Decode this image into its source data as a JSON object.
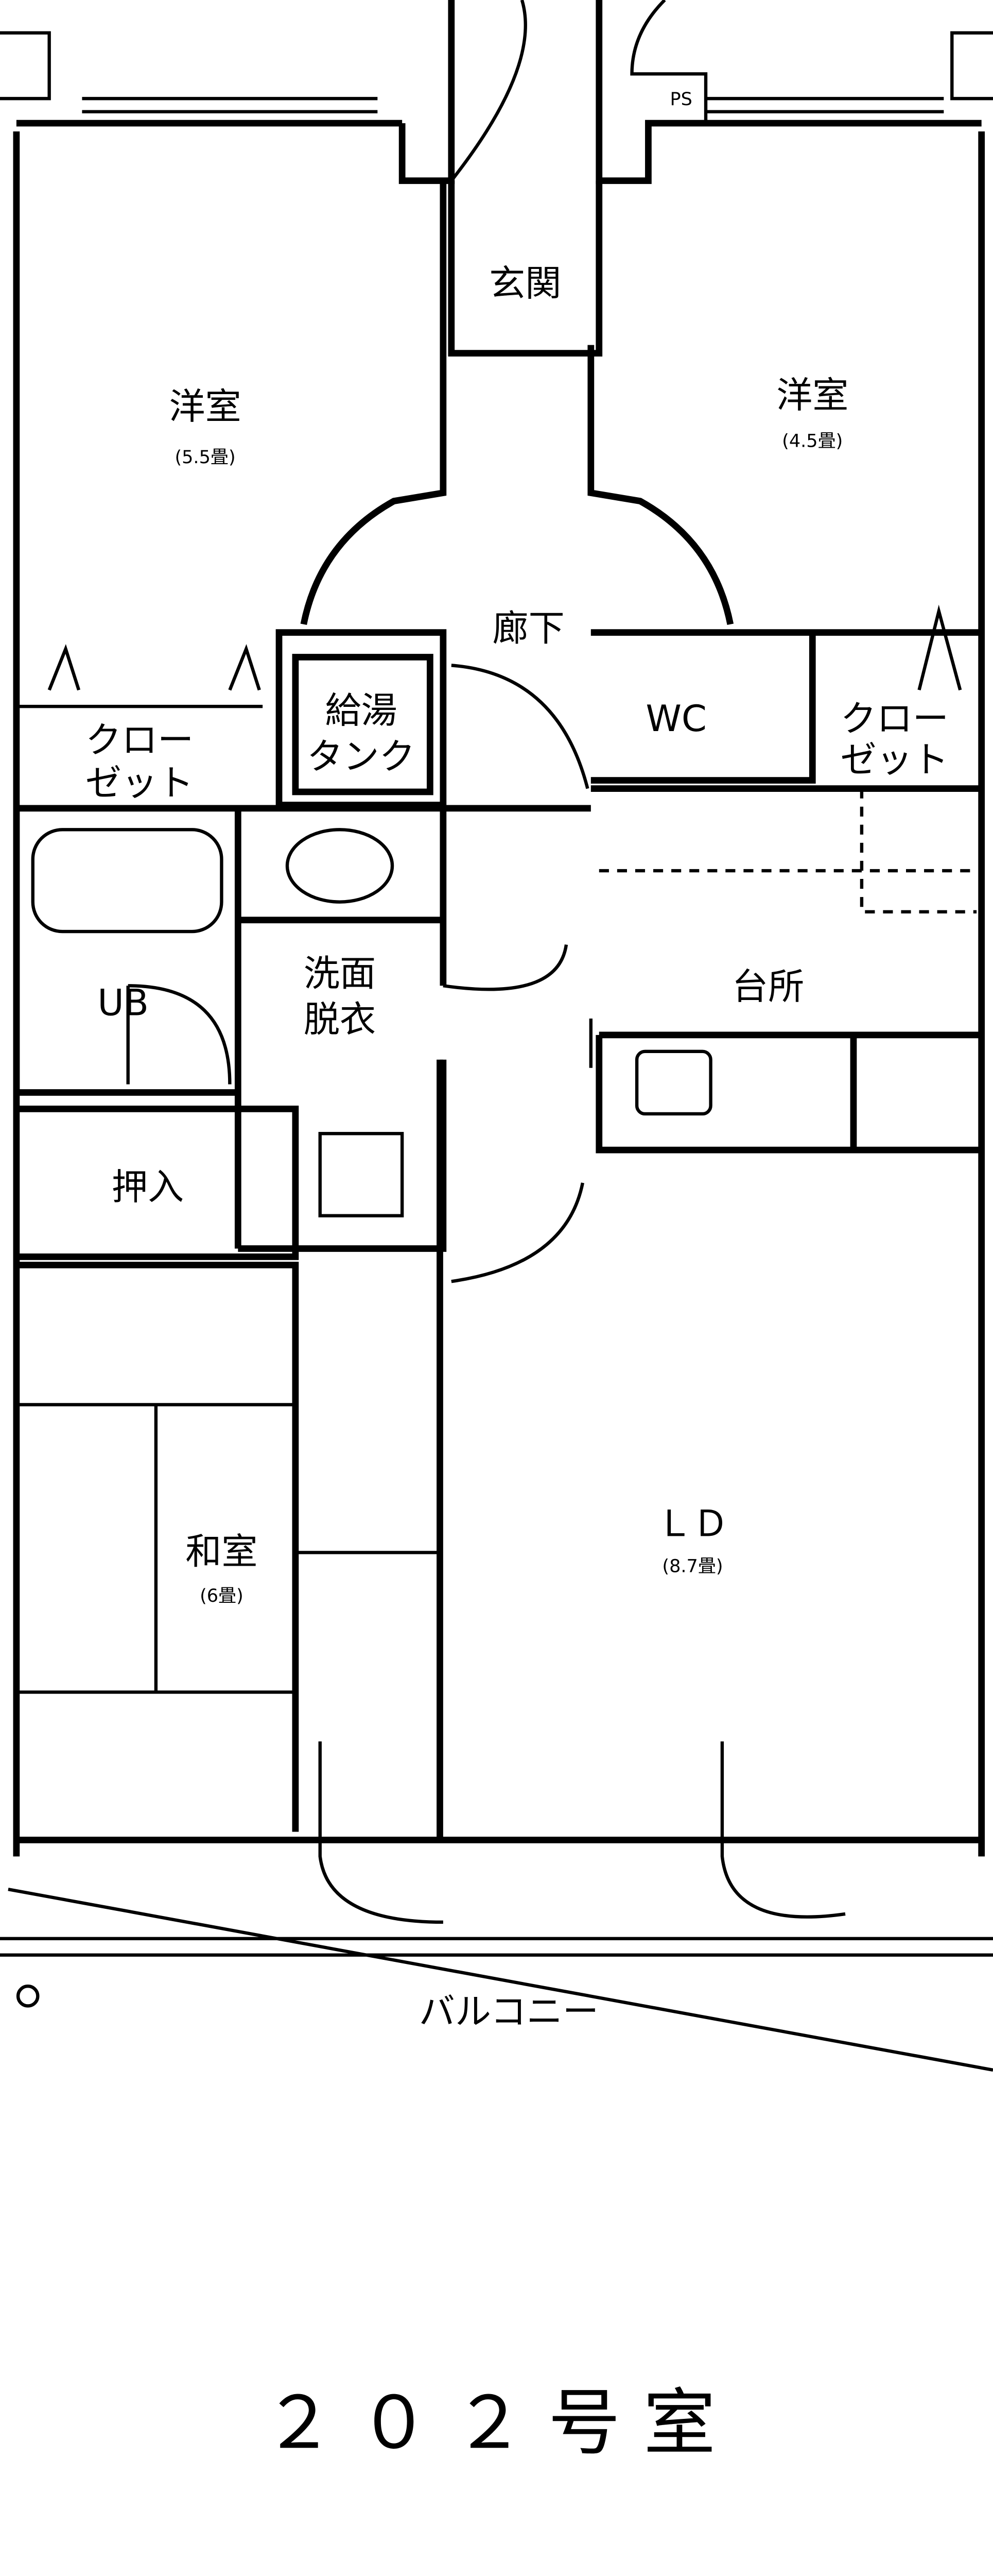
{
  "plan": {
    "unit_title": "２０２号室",
    "rooms": {
      "western_left": {
        "name": "洋室",
        "size": "(5.5畳)"
      },
      "western_right": {
        "name": "洋室",
        "size": "(4.5畳)"
      },
      "entrance": "玄関",
      "hallway": "廊下",
      "water_heater": [
        "給湯",
        "タンク"
      ],
      "wc": "WC",
      "closet_left": [
        "クロー",
        "ゼット"
      ],
      "closet_right": [
        "クロー",
        "ゼット"
      ],
      "washroom": [
        "洗面",
        "脱衣"
      ],
      "unit_bath": "UB",
      "kitchen": "台所",
      "storage": "押入",
      "japanese_room": {
        "name": "和室",
        "size": "(6畳)"
      },
      "living_dining": {
        "name": "ＬＤ",
        "size": "(8.7畳)"
      },
      "balcony": "バルコニー",
      "pipe_space": "PS"
    }
  }
}
